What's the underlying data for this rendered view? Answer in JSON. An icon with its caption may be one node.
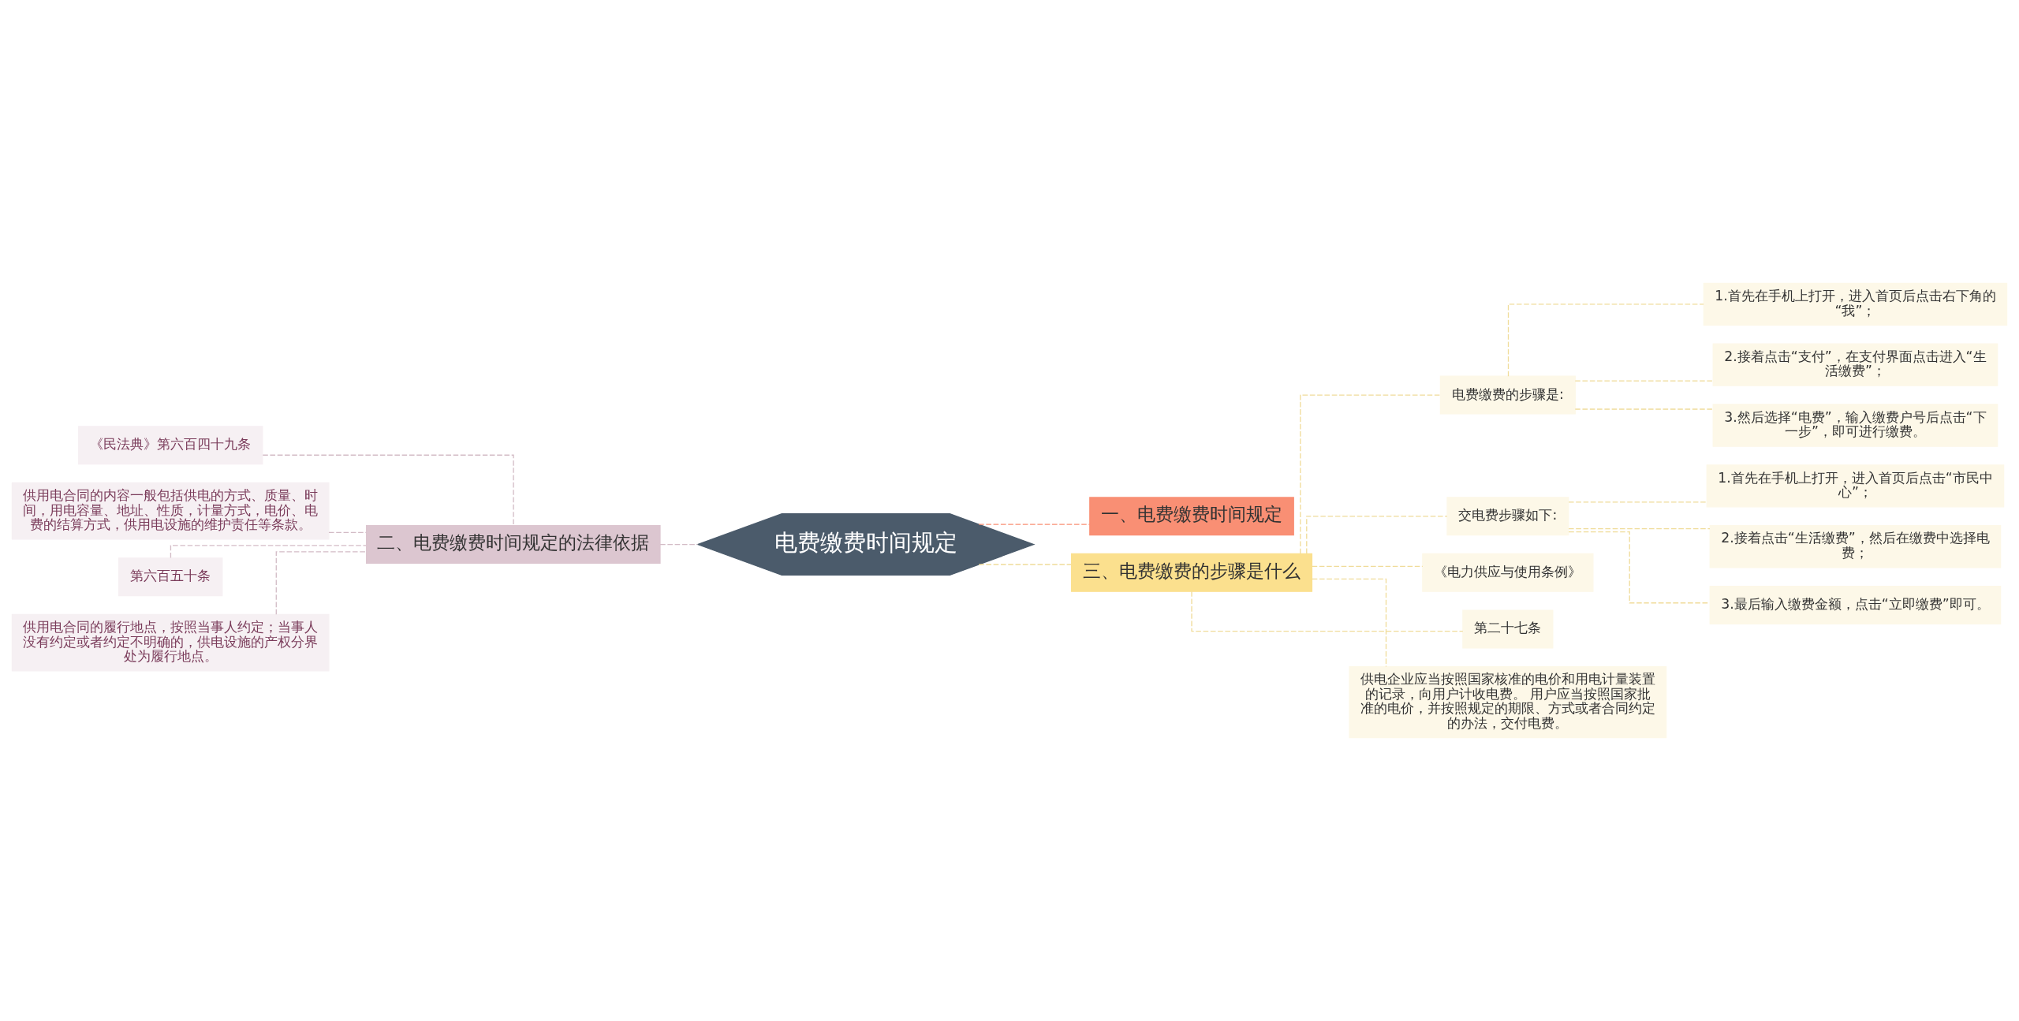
{
  "diagram": {
    "nodes": [
      {
        "text": [
          "电费缴费时间规定"
        ]
      },
      {
        "text": [
          "一、电费缴费时间规定"
        ]
      },
      {
        "text": [
          "二、电费缴费时间规定的法律依据"
        ]
      },
      {
        "text": [
          "《民法典》第六百四十九条"
        ]
      },
      {
        "text": [
          "供用电合同的内容一般包括供电的方式、质量、时间，用电容量、地址、性质，计量方式，电价、电费的结算方式，供用电设施的维护责任等条款。"
        ]
      },
      {
        "text": [
          "第六百五十条"
        ]
      },
      {
        "text": [
          "供用电合同的履行地点，按照当事人约定；当事人没有约定或者约定不明确的，供电设施的产权分界处为履行地点。"
        ]
      },
      {
        "text": [
          "三、电费缴费的步骤是什么"
        ]
      },
      {
        "text": [
          "电费缴费的步骤是:"
        ]
      },
      {
        "text": [
          "1.首先在手机上打开，进入首页后点击右下角的“我”；"
        ]
      },
      {
        "text": [
          "2.接着点击“支付”，在支付界面点击进入“生活缴费”；"
        ]
      },
      {
        "text": [
          "3.然后选择“电费”，输入缴费户号后点击“下一步”，即可进行缴费。"
        ]
      },
      {
        "text": [
          "交电费步骤如下:"
        ]
      },
      {
        "text": [
          "1.首先在手机上打开，进入首页后点击“市民中心”；"
        ]
      },
      {
        "text": [
          "2.接着点击“生活缴费”，然后在缴费中选择电费；"
        ]
      },
      {
        "text": [
          "3.最后输入缴费金额，点击“立即缴费”即可。"
        ]
      },
      {
        "text": [
          "《电力供应与使用条例》"
        ]
      },
      {
        "text": [
          "第二十七条"
        ]
      },
      {
        "text": [
          "供电企业应当按照国家核准的电价和用电计量装置的记录，向用户计收电费。 用户应当按照国家批准的电价，并按照规定的期限、方式或者合同约定的办法，交付电费。"
        ]
      }
    ],
    "edges": [
      {
        "from": 0,
        "to": 1,
        "arrow": "none",
        "style": "dashed",
        "color": "#f98f74"
      },
      {
        "from": 0,
        "to": 2,
        "arrow": "none",
        "style": "dashed",
        "color": "#d3bcc6"
      },
      {
        "from": 0,
        "to": 7,
        "arrow": "none",
        "style": "dashed"
      },
      {
        "from": 2,
        "to": 3,
        "arrow": "none",
        "style": "dashed",
        "color": "#d3bcc6"
      },
      {
        "from": 2,
        "to": 4,
        "arrow": "none",
        "style": "dashed",
        "color": "#d3bcc6"
      },
      {
        "from": 2,
        "to": 5,
        "arrow": "none",
        "style": "dashed",
        "color": "#d3bcc6"
      },
      {
        "from": 2,
        "to": 6,
        "arrow": "none",
        "style": "dashed",
        "color": "#d3bcc6"
      },
      {
        "from": 7,
        "to": 8,
        "arrow": "none",
        "style": "dashed"
      },
      {
        "from": 7,
        "to": 12,
        "arrow": "none",
        "style": "dashed"
      },
      {
        "from": 7,
        "to": 16,
        "arrow": "none",
        "style": "dashed"
      },
      {
        "from": 7,
        "to": 17,
        "arrow": "none",
        "style": "dashed"
      },
      {
        "from": 7,
        "to": 18,
        "arrow": "none",
        "style": "dashed"
      },
      {
        "from": 8,
        "to": 9,
        "arrow": "none",
        "style": "dashed"
      },
      {
        "from": 8,
        "to": 10,
        "arrow": "none",
        "style": "dashed"
      },
      {
        "from": 8,
        "to": 11,
        "arrow": "none",
        "style": "dashed"
      },
      {
        "from": 12,
        "to": 13,
        "arrow": "none",
        "style": "dashed"
      },
      {
        "from": 12,
        "to": 14,
        "arrow": "none",
        "style": "dashed"
      },
      {
        "from": 12,
        "to": 15,
        "arrow": "none",
        "style": "dashed"
      }
    ]
  }
}
